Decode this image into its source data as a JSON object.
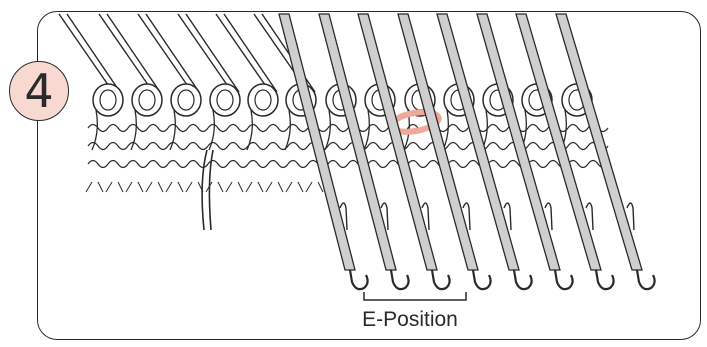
{
  "figure": {
    "step_number": "4",
    "position_label": "E-Position",
    "colors": {
      "badge_fill": "#f7d9d2",
      "highlight_stitch": "#f0a89a",
      "needle_fill": "#cfcfcf",
      "line": "#2a2a2a"
    },
    "icons": [
      "step-circle",
      "knitting-needle",
      "yarn-loop"
    ]
  }
}
